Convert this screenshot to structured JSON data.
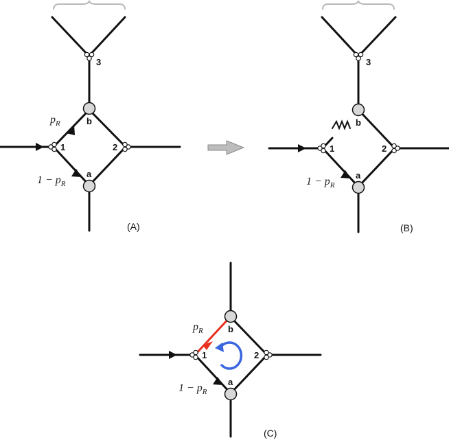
{
  "panels": {
    "a": {
      "label": "(A)",
      "nodes": {
        "n1": "1",
        "n2": "2",
        "n3": "3",
        "na": "a",
        "nb": "b"
      },
      "probs": {
        "upper_base": "p",
        "upper_sub": "R",
        "lower_prefix": "1 − ",
        "lower_base": "p",
        "lower_sub": "R"
      }
    },
    "b": {
      "label": "(B)",
      "nodes": {
        "n1": "1",
        "n2": "2",
        "n3": "3",
        "na": "a",
        "nb": "b"
      },
      "probs": {
        "lower_prefix": "1 − ",
        "lower_base": "p",
        "lower_sub": "R"
      }
    },
    "c": {
      "label": "(C)",
      "nodes": {
        "n1": "1",
        "n2": "2",
        "na": "a",
        "nb": "b"
      },
      "probs": {
        "upper_base": "p",
        "upper_sub": "R",
        "lower_prefix": "1 − ",
        "lower_base": "p",
        "lower_sub": "R"
      }
    }
  },
  "colors": {
    "edge": "#111111",
    "reversed_edge": "#e8301f",
    "loop": "#3a66e0",
    "node_fill": "#d8d8d8",
    "brace": "#b9b9b9"
  }
}
